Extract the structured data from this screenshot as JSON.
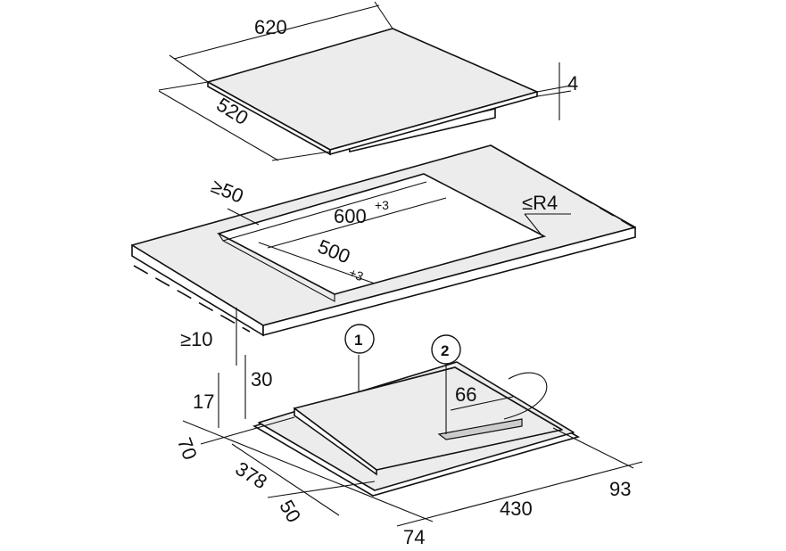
{
  "diagram": {
    "hob_top": {
      "width": "620",
      "depth": "520",
      "thickness": "4"
    },
    "countertop": {
      "edge_min": "≥50",
      "cutout_width": "600",
      "cutout_width_tol": "+3",
      "cutout_depth": "500",
      "cutout_depth_tol": "+3",
      "radius": "≤R4",
      "clearance": "≥10"
    },
    "unit": {
      "callout_1": "1",
      "callout_2": "2",
      "d30": "30",
      "d17": "17",
      "d66": "66",
      "d70": "70",
      "d378": "378",
      "d50": "50",
      "d430": "430",
      "d93": "93",
      "d74": "74"
    }
  }
}
